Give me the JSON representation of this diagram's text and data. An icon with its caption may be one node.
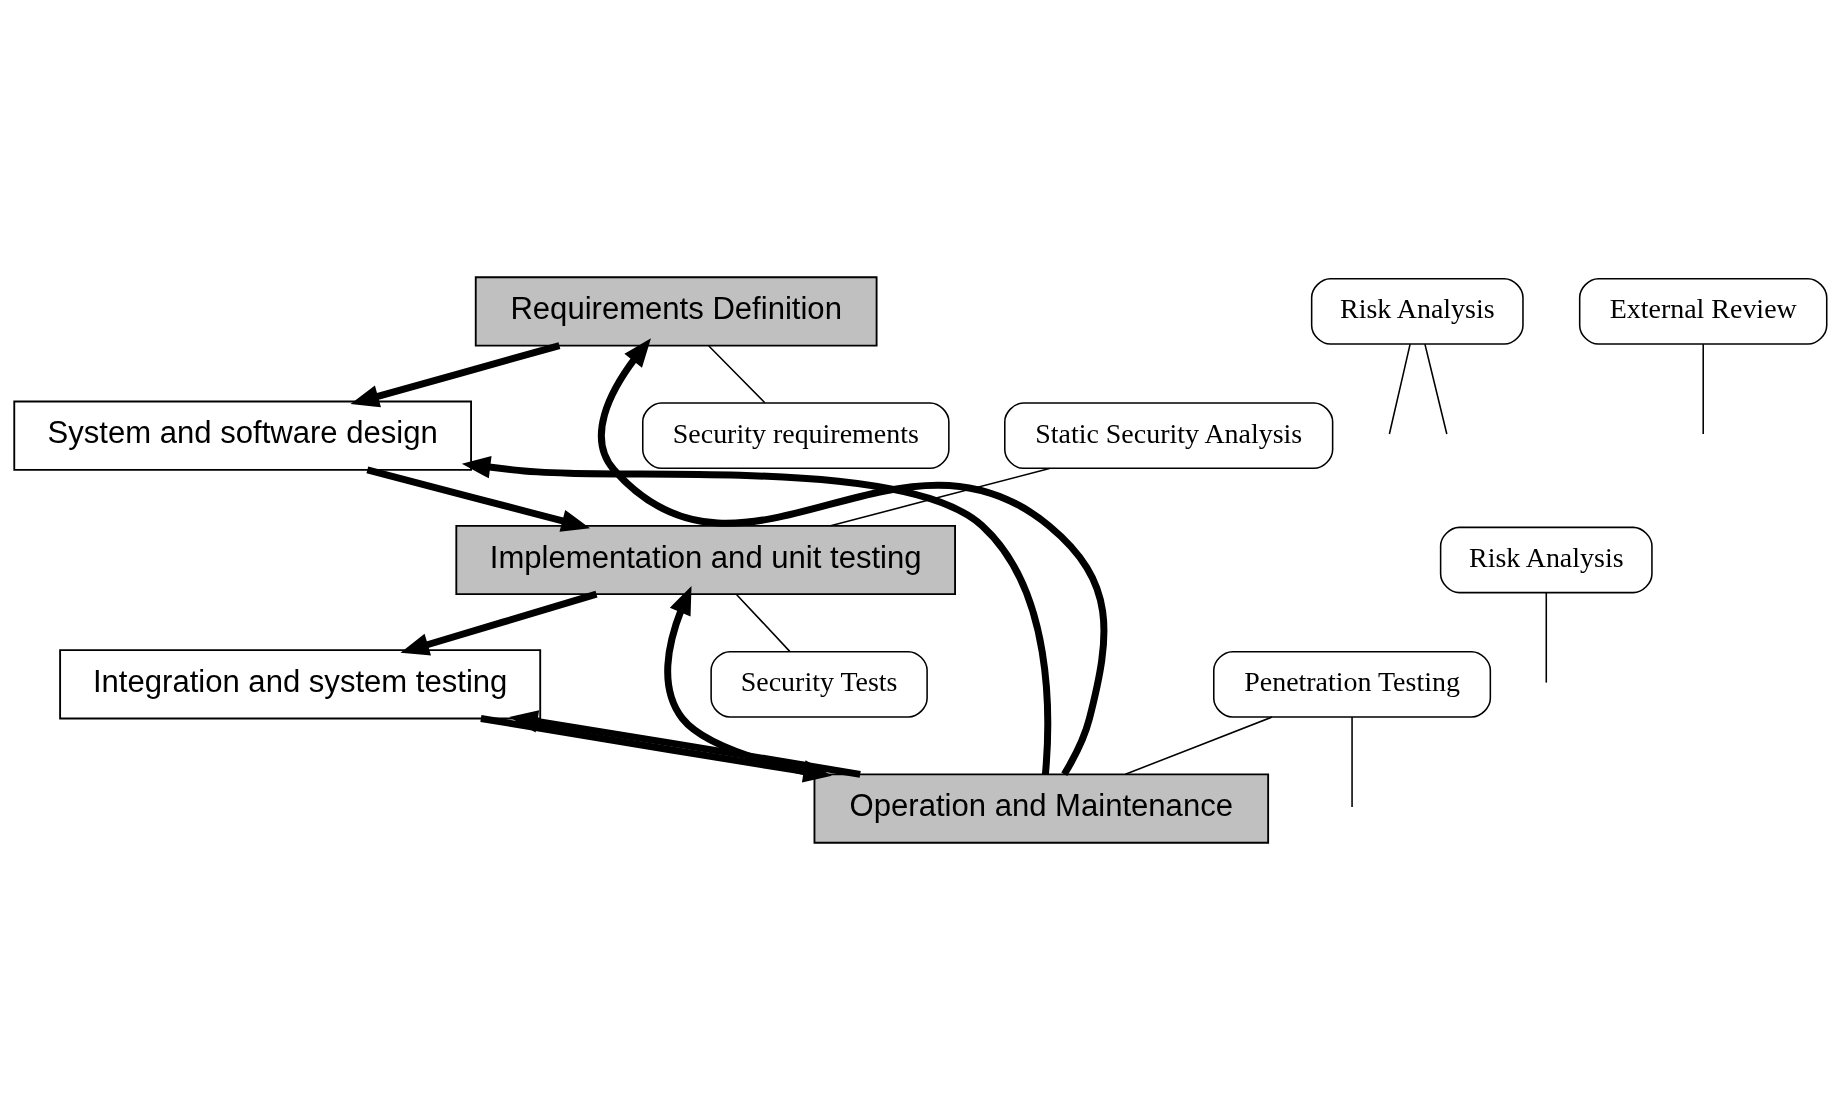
{
  "diagram": {
    "nodes": [
      {
        "text": [
          "Requirements Definition"
        ]
      },
      {
        "text": [
          "System and software design"
        ]
      },
      {
        "text": [
          "Implementation and unit testing"
        ]
      },
      {
        "text": [
          "Integration and system testing"
        ]
      },
      {
        "text": [
          "Operation and Maintenance"
        ]
      },
      {
        "text": [
          "Risk Analysis"
        ]
      },
      {
        "text": [
          "External Review"
        ]
      },
      {
        "text": [
          "Static Security Analysis"
        ]
      },
      {
        "text": [
          "Risk Analysis"
        ]
      },
      {
        "text": [
          "Penetration Testing"
        ]
      },
      {
        "text": [
          "Security requirements"
        ]
      },
      {
        "text": [
          "Security Tests"
        ]
      }
    ],
    "edges": [
      {
        "from": 0,
        "to": 1,
        "arrow": "to",
        "style": "thick"
      },
      {
        "from": 1,
        "to": 2,
        "arrow": "to",
        "style": "thick"
      },
      {
        "from": 2,
        "to": 3,
        "arrow": "to",
        "style": "thick"
      },
      {
        "from": 3,
        "to": 4,
        "arrow": "to",
        "style": "thick"
      },
      {
        "from": 4,
        "to": 0,
        "arrow": "to",
        "style": "thick"
      },
      {
        "from": 4,
        "to": 1,
        "arrow": "to",
        "style": "thick"
      },
      {
        "from": 4,
        "to": 2,
        "arrow": "to",
        "style": "thick"
      },
      {
        "from": 4,
        "to": 3,
        "arrow": "to",
        "style": "thick"
      },
      {
        "from": 5,
        "to": null,
        "arrow": "none"
      },
      {
        "from": 5,
        "to": null,
        "arrow": "none"
      },
      {
        "from": 6,
        "to": null,
        "arrow": "none"
      },
      {
        "from": 7,
        "to": 2,
        "arrow": "none"
      },
      {
        "from": 8,
        "to": null,
        "arrow": "none"
      },
      {
        "from": 9,
        "to": null,
        "arrow": "none"
      },
      {
        "from": 9,
        "to": 4,
        "arrow": "none"
      },
      {
        "from": 10,
        "to": 0,
        "arrow": "none"
      },
      {
        "from": 11,
        "to": 2,
        "arrow": "none"
      }
    ]
  }
}
